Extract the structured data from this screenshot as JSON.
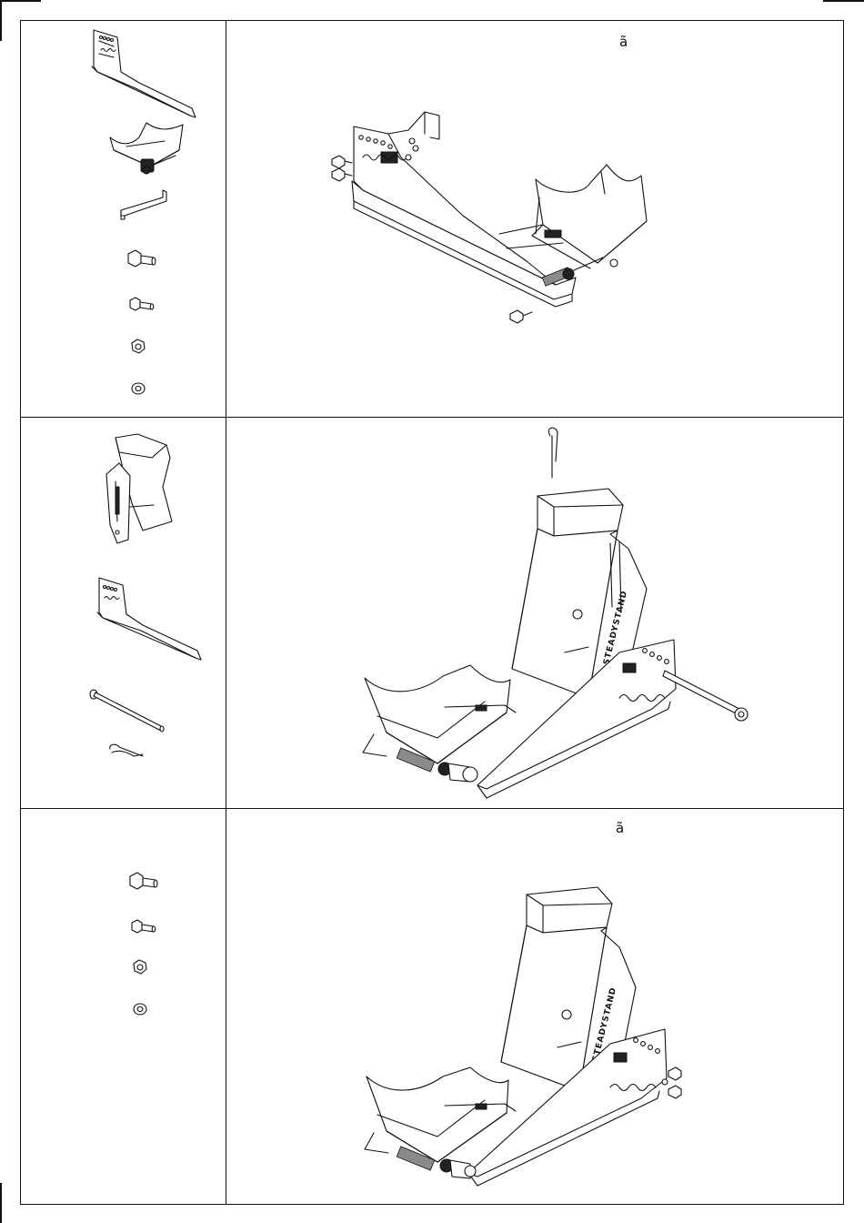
{
  "document": {
    "steps": [
      {
        "marker": "ã",
        "parts": [
          "side-rail",
          "wheel-cradle",
          "bracket",
          "bolt-large",
          "bolt-small",
          "nut",
          "washer"
        ]
      },
      {
        "marker": "",
        "parts": [
          "wheel-chock-frame",
          "side-rail",
          "axle-rod",
          "r-clip"
        ],
        "brand_text": "STEADYSTAND"
      },
      {
        "marker": "ã",
        "parts": [
          "bolt-large",
          "bolt-small",
          "nut",
          "washer"
        ],
        "brand_text": "STEADYSTAND"
      }
    ]
  }
}
